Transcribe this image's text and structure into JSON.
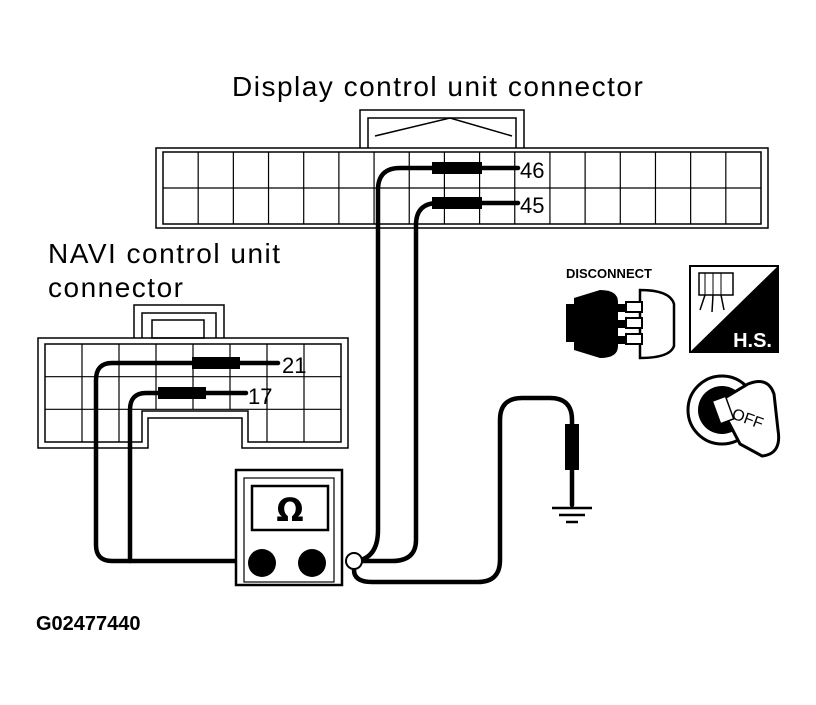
{
  "labels": {
    "display_connector": "Display control unit connector",
    "navi_connector_line1": "NAVI control unit",
    "navi_connector_line2": "connector"
  },
  "pins": {
    "display_a": "46",
    "display_b": "45",
    "navi_a": "21",
    "navi_b": "17"
  },
  "meter": {
    "symbol": "Ω"
  },
  "icons": {
    "disconnect_text": "DISCONNECT",
    "hs_text": "H.S.",
    "ignition_text": "OFF",
    "ground": "ground-icon"
  },
  "figure_id": "G02477440"
}
